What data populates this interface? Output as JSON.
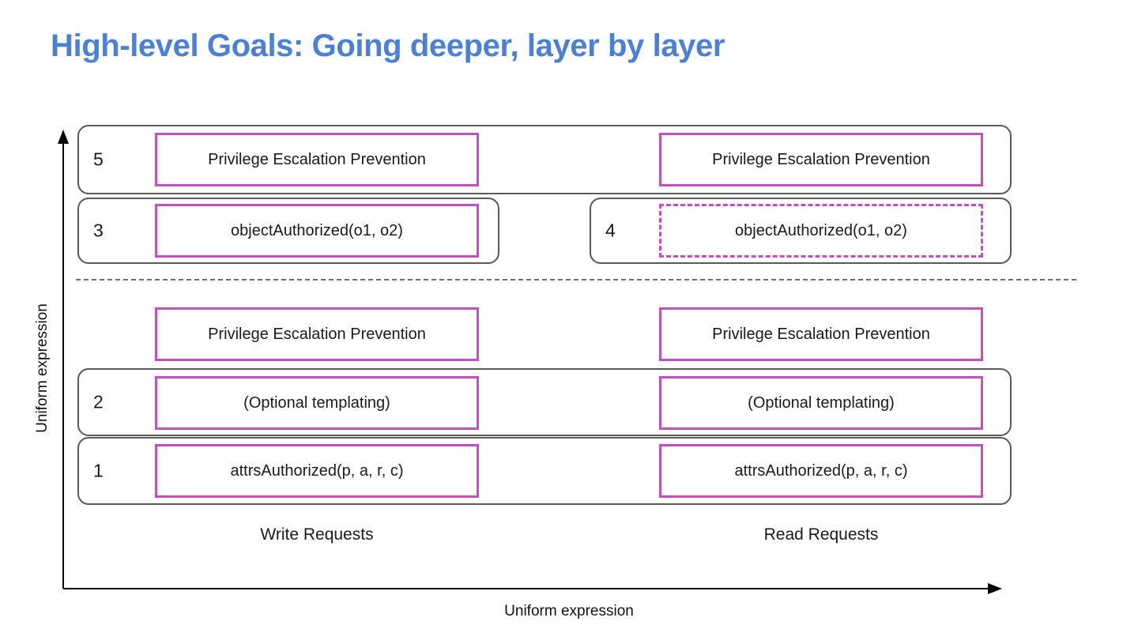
{
  "slide": {
    "title": "High-level Goals: Going deeper, layer by layer",
    "title_color": "#4a80d8"
  },
  "axes": {
    "y_label": "Uniform expression",
    "x_label": "Uniform expression",
    "y_arrow_direction": "up",
    "x_arrow_direction": "right"
  },
  "columns": [
    {
      "id": "write",
      "caption": "Write Requests"
    },
    {
      "id": "read",
      "caption": "Read Requests"
    }
  ],
  "divider": {
    "style": "dashed",
    "color": "#6e6e6e"
  },
  "colors": {
    "accent_pink": "#c44fc0",
    "shell_gray": "#595959",
    "title_blue": "#4a80d8",
    "text": "#1a1a1a"
  },
  "rows": [
    {
      "number": "5",
      "shell": true,
      "section": "upper",
      "write": {
        "label": "Privilege Escalation Prevention",
        "border": "solid"
      },
      "read": {
        "label": "Privilege Escalation Prevention",
        "border": "solid"
      }
    },
    {
      "number": "3",
      "shell": true,
      "section": "upper",
      "shell_span": "write",
      "write": {
        "label": "objectAuthorized(o1, o2)",
        "border": "solid"
      },
      "read": {
        "label": "objectAuthorized(o1, o2)",
        "border": "dashed"
      },
      "read_number": "4"
    },
    {
      "number": "",
      "shell": false,
      "section": "lower",
      "write": {
        "label": "Privilege Escalation Prevention",
        "border": "solid"
      },
      "read": {
        "label": "Privilege Escalation Prevention",
        "border": "solid"
      }
    },
    {
      "number": "2",
      "shell": true,
      "section": "lower",
      "write": {
        "label": "(Optional templating)",
        "border": "solid"
      },
      "read": {
        "label": "(Optional templating)",
        "border": "solid"
      }
    },
    {
      "number": "1",
      "shell": true,
      "section": "lower",
      "write": {
        "label": "attrsAuthorized(p, a, r, c)",
        "border": "solid"
      },
      "read": {
        "label": "attrsAuthorized(p, a, r, c)",
        "border": "solid"
      }
    }
  ]
}
